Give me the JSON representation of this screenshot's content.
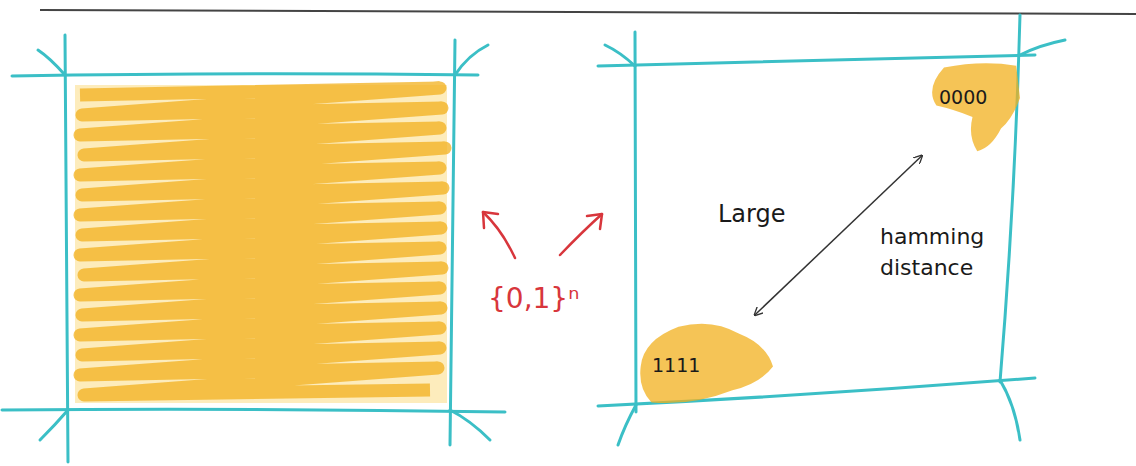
{
  "diagram": {
    "nodes": [
      {
        "text": [
          "0000"
        ]
      },
      {
        "text": [
          "1111"
        ]
      }
    ],
    "edges": [
      {
        "from": 0,
        "to": 1,
        "arrow": "both"
      }
    ],
    "labels": [
      "Large",
      "hamming distance",
      "{0,1}ⁿ"
    ]
  }
}
